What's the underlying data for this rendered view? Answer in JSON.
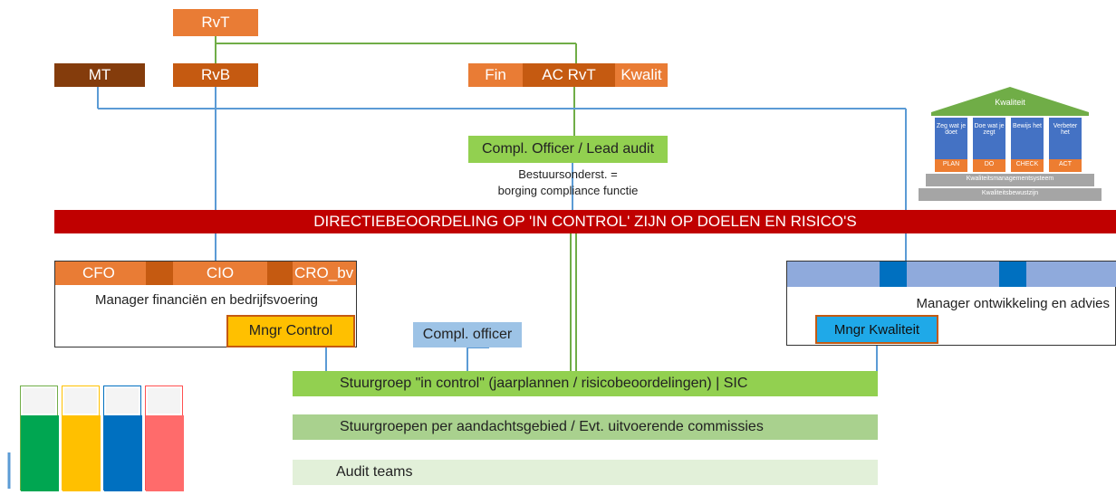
{
  "top": {
    "rvt": "RvT",
    "mt": "MT",
    "rvb": "RvB",
    "fin": "Fin",
    "ac_rvt": "AC RvT",
    "kwalit": "Kwalit"
  },
  "compliance": {
    "title": "Compl. Officer / Lead audit",
    "sub1": "Bestuursonderst. =",
    "sub2": "borging compliance functie"
  },
  "banner": "DIRECTIEBEOORDELING OP  'IN CONTROL' ZIJN  OP DOELEN EN RISICO'S",
  "left_manager": {
    "cfo": "CFO",
    "cio": "CIO",
    "cro": "CRO_bv",
    "title": "Manager financiën en bedrijfsvoering",
    "sub": "Mngr Control"
  },
  "right_manager": {
    "title": "Manager ontwikkeling en advies",
    "sub": "Mngr Kwaliteit"
  },
  "compl_officer": "Compl. officer",
  "bars": {
    "stuurgroep": "Stuurgroep \"in control\" (jaarplannen / risicobeoordelingen)   | SIC",
    "aandacht": "Stuurgroepen per aandachtsgebied / Evt. uitvoerende commissies",
    "audit": "Audit teams"
  },
  "temple": {
    "roof": "Kwaliteit",
    "pillars": [
      "Zeg wat je doet",
      "Doe wat je zegt",
      "Bewijs het",
      "Verbeter het"
    ],
    "pdca": [
      "PLAN",
      "DO",
      "CHECK",
      "ACT"
    ],
    "step1": "Kwaliteitsmanagementsysteem",
    "step2": "Kwaliteitsbewustzijn"
  },
  "colors": {
    "orange": "#e97c35",
    "dark_orange": "#c55a11",
    "brown": "#843c0c",
    "banner_red": "#c00000",
    "green": "#92d050",
    "light_blue": "#9dc3e6",
    "line_blue": "#5b9bd5",
    "gold": "#ffc000",
    "sky": "#1fa9e8",
    "temple_blue": "#4472c4"
  }
}
